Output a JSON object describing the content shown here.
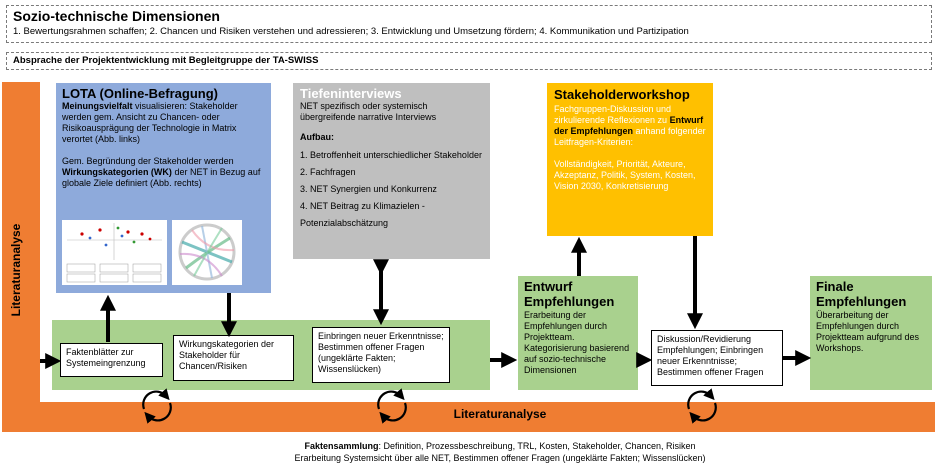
{
  "header": {
    "title": "Sozio-technische Dimensionen",
    "subtitle": "1. Bewertungsrahmen schaffen; 2. Chancen und Risiken verstehen und adressieren; 3. Entwicklung und Umsetzung fördern; 4. Kommunikation und Partizipation"
  },
  "banner": "Absprache der Projektentwicklung mit Begleitgruppe der TA-SWISS",
  "left_label": "Literaturanalyse",
  "bottom_label": "Literaturanalyse",
  "footer": {
    "bold": "Faktensammlung",
    "line1_rest": ": Definition, Prozessbeschreibung, TRL, Kosten, Stakeholder, Chancen, Risiken",
    "line2": "Erarbeitung Systemsicht über alle NET, Bestimmen offener Fragen (ungeklärte Fakten; Wissenslücken)"
  },
  "lota": {
    "title": "LOTA (Online-Befragung)",
    "p1_bold": "Meinungsvielfalt",
    "p1_rest": " visualisieren: Stakeholder werden gem. Ansicht zu Chancen- oder Risikoausprägung der Technologie in Matrix verortet  (Abb. links)",
    "p2_a": "Gem. Begründung der Stakeholder werden ",
    "p2_bold": "Wirkungskategorien (WK)",
    "p2_b": " der NET in Bezug auf globale Ziele definiert (Abb. rechts)"
  },
  "tiefen": {
    "title": "Tiefeninterviews",
    "intro": "NET spezifisch oder systemisch übergreifende narrative Interviews",
    "aufbau": "Aufbau:",
    "items": [
      "1. Betroffenheit unterschiedlicher Stakeholder",
      "2. Fachfragen",
      "3. NET Synergien und Konkurrenz",
      "4. NET Beitrag zu Klimazielen - Potenzialabschätzung"
    ]
  },
  "workshop": {
    "title": "Stakeholderworkshop",
    "p1_a": "Fachgruppen-Diskussion und zirkulierende Reflexionen zu ",
    "p1_bold": "Entwurf  der Empfehlungen",
    "p1_b": " anhand folgender Leitfragen-Kriterien:",
    "p2": "Vollständigkeit, Priorität, Akteure, Akzeptanz, Politik, System, Kosten, Vision 2030, Konkretisierung"
  },
  "entwurf": {
    "title": "Entwurf Empfehlungen",
    "text": "Erarbeitung der Empfehlungen durch Projektteam. Kategorisierung basierend auf sozio-technische Dimensionen"
  },
  "finale": {
    "title": "Finale Empfehlungen",
    "text": "Überarbeitung der Empfehlungen durch Projektteam aufgrund des Workshops."
  },
  "steps": {
    "fakten": "Faktenblätter zur Systemeingrenzung",
    "wirkung": "Wirkungskategorien der Stakeholder für Chancen/Risiken",
    "einbringen": "Einbringen neuer Erkenntnisse; Bestimmen offener Fragen (ungeklärte Fakten; Wissenslücken)",
    "diskussion": "Diskussion/Revidierung Empfehlungen; Einbringen neuer Erkenntnisse; Bestimmen offener  Fragen"
  },
  "colors": {
    "orange": "#ef7d32",
    "green": "#a9d18e",
    "blue": "#8eaadb",
    "gray": "#bfbfbf",
    "yellow": "#ffc000"
  }
}
